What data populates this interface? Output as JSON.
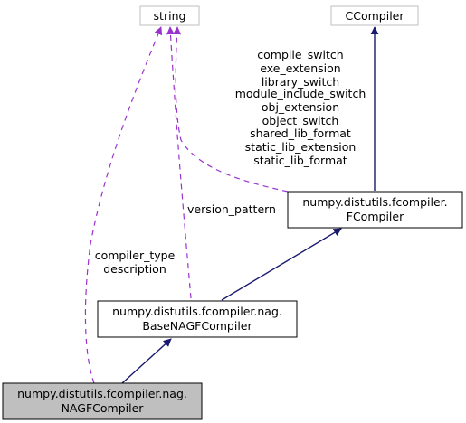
{
  "nodes": {
    "string": {
      "label": "string"
    },
    "ccompiler": {
      "label": "CCompiler"
    },
    "fcompiler": {
      "line1": "numpy.distutils.fcompiler.",
      "line2": "FCompiler"
    },
    "basenag": {
      "line1": "numpy.distutils.fcompiler.nag.",
      "line2": "BaseNAGFCompiler"
    },
    "nagf": {
      "line1": "numpy.distutils.fcompiler.nag.",
      "line2": "NAGFCompiler"
    }
  },
  "edge_labels": {
    "string_to_fcompiler": [
      "compile_switch",
      "exe_extension",
      "library_switch",
      "module_include_switch",
      "obj_extension",
      "object_switch",
      "shared_lib_format",
      "static_lib_extension",
      "static_lib_format"
    ],
    "string_to_basenag": [
      "version_pattern"
    ],
    "string_to_nagf": [
      "compiler_type",
      "description"
    ]
  },
  "colors": {
    "inheritance_edge": "#191970",
    "usage_edge": "#9a32cd",
    "highlight_node_fill": "#bfbfbf",
    "node_fill": "#ffffff",
    "external_node_border": "#bfbfbf"
  }
}
